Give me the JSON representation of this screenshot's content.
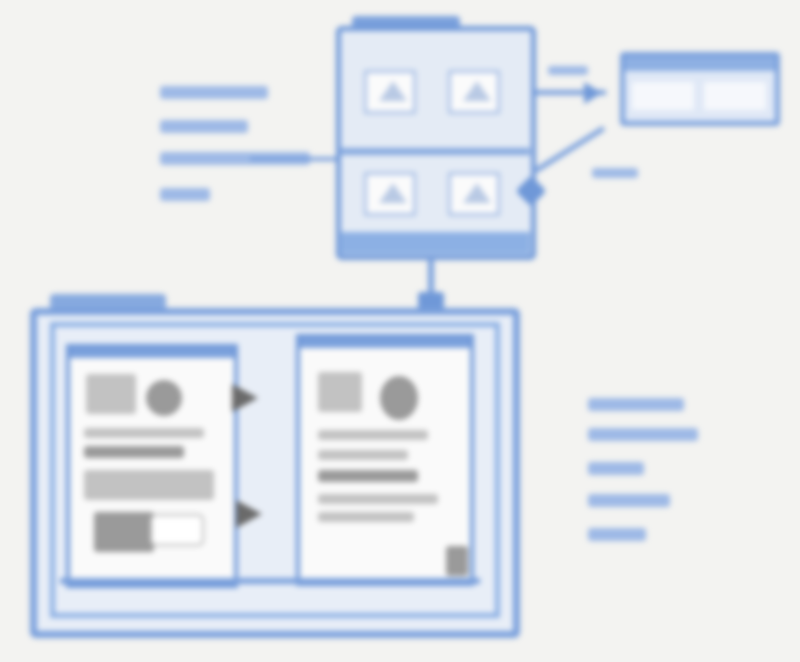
{
  "diagram": {
    "colors": {
      "sketch_blue": "#7aa0dc",
      "paper": "#f3f3f1",
      "pencil_gray": "#9a9a9a"
    },
    "nodes": [
      {
        "id": "top-window",
        "shape": "window-sketch"
      },
      {
        "id": "side-panel",
        "shape": "panel-sketch"
      },
      {
        "id": "big-frame",
        "shape": "frame-sketch"
      },
      {
        "id": "left-page",
        "shape": "page-sketch"
      },
      {
        "id": "right-page",
        "shape": "page-sketch"
      }
    ],
    "edges": [
      {
        "from": "left-notes",
        "to": "top-window"
      },
      {
        "from": "top-window",
        "to": "side-panel"
      },
      {
        "from": "side-note",
        "to": "top-window"
      },
      {
        "from": "top-window",
        "to": "big-frame"
      },
      {
        "from": "left-page",
        "to": "right-page"
      }
    ]
  }
}
